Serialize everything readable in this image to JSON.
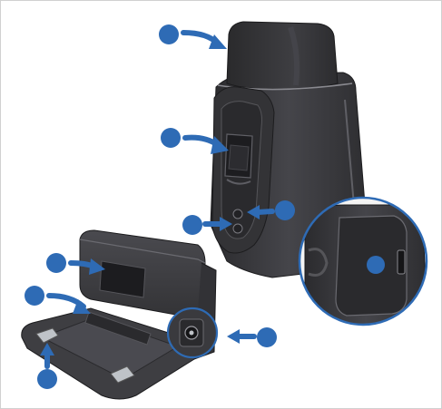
{
  "image": {
    "description_alt": "",
    "components": [
      "bag-cover",
      "bag-window",
      "lower-vents",
      "side-panel-detail",
      "dock-vent",
      "dock-ramp",
      "dock-charging-contact",
      "power-jack"
    ]
  },
  "colors": {
    "callout_blue": "#2e6bb5",
    "frame_border": "#d0d0d0",
    "body_dark": "#3a3a3e",
    "body_darker": "#2a2a2d",
    "body_highlight": "#5a5a60",
    "detail_ring": "#2e6bb5"
  }
}
